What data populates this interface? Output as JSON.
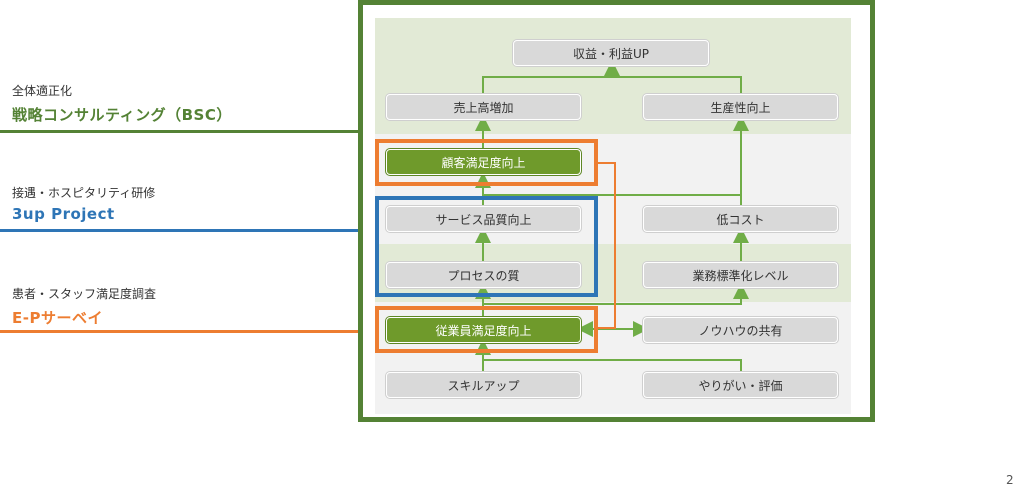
{
  "labels": [
    {
      "caption": "全体適正化",
      "title": "戦略コンサルティング（BSC）",
      "color": "#548235"
    },
    {
      "caption": "接遇・ホスピタリティ研修",
      "title": "3up Project",
      "color": "#2e75b6"
    },
    {
      "caption": "患者・スタッフ満足度調査",
      "title": "E-Pサーベイ",
      "color": "#ed7d31"
    }
  ],
  "nodes": {
    "profit": "収益・利益UP",
    "sales": "売上高増加",
    "productivity": "生産性向上",
    "customer": "顧客満足度向上",
    "service": "サービス品質向上",
    "lowcost": "低コスト",
    "process": "プロセスの質",
    "standard": "業務標準化レベル",
    "employee": "従業員満足度向上",
    "knowhow": "ノウハウの共有",
    "skill": "スキルアップ",
    "reward": "やりがい・評価"
  },
  "colors": {
    "green": "#548235",
    "blue": "#2e75b6",
    "orange": "#ed7d31",
    "band": "#e2ead6",
    "band_alt": "#f2f2f2",
    "highlight_node": "#6f9a2b",
    "arrow": "#70ad47"
  },
  "page_number": "2"
}
